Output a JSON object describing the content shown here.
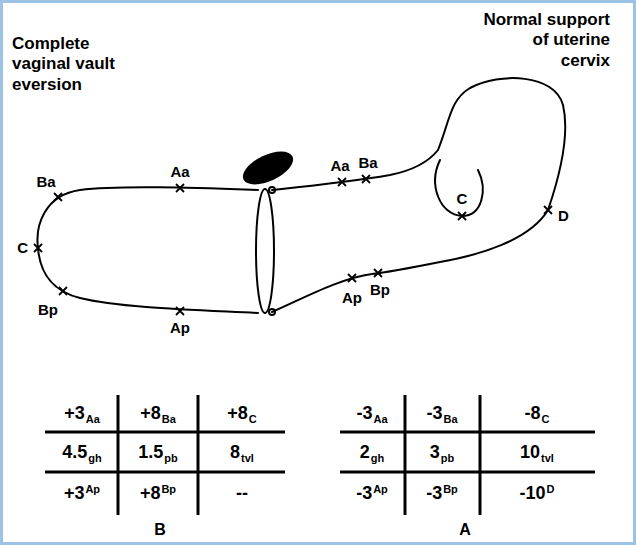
{
  "diagram": {
    "labels": [
      "Complete vaginal vault eversion",
      "Normal support of uterine cervix",
      "Ba",
      "Aa",
      "C",
      "Bp",
      "Ap",
      "Aa",
      "Ba",
      "C",
      "D",
      "Ap",
      "Bp",
      "+3",
      "Aa",
      "+8",
      "Ba",
      "+8",
      "C",
      "4.5",
      "gh",
      "1.5",
      "pb",
      "8",
      "tvl",
      "+3",
      "Ap",
      "+8",
      "Bp",
      "--",
      "B",
      "-3",
      "Aa",
      "-3",
      "Ba",
      "-8",
      "C",
      "2",
      "gh",
      "3",
      "pb",
      "10",
      "tvl",
      "-3",
      "Ap",
      "-3",
      "Bp",
      "-10",
      "D",
      "A"
    ]
  }
}
